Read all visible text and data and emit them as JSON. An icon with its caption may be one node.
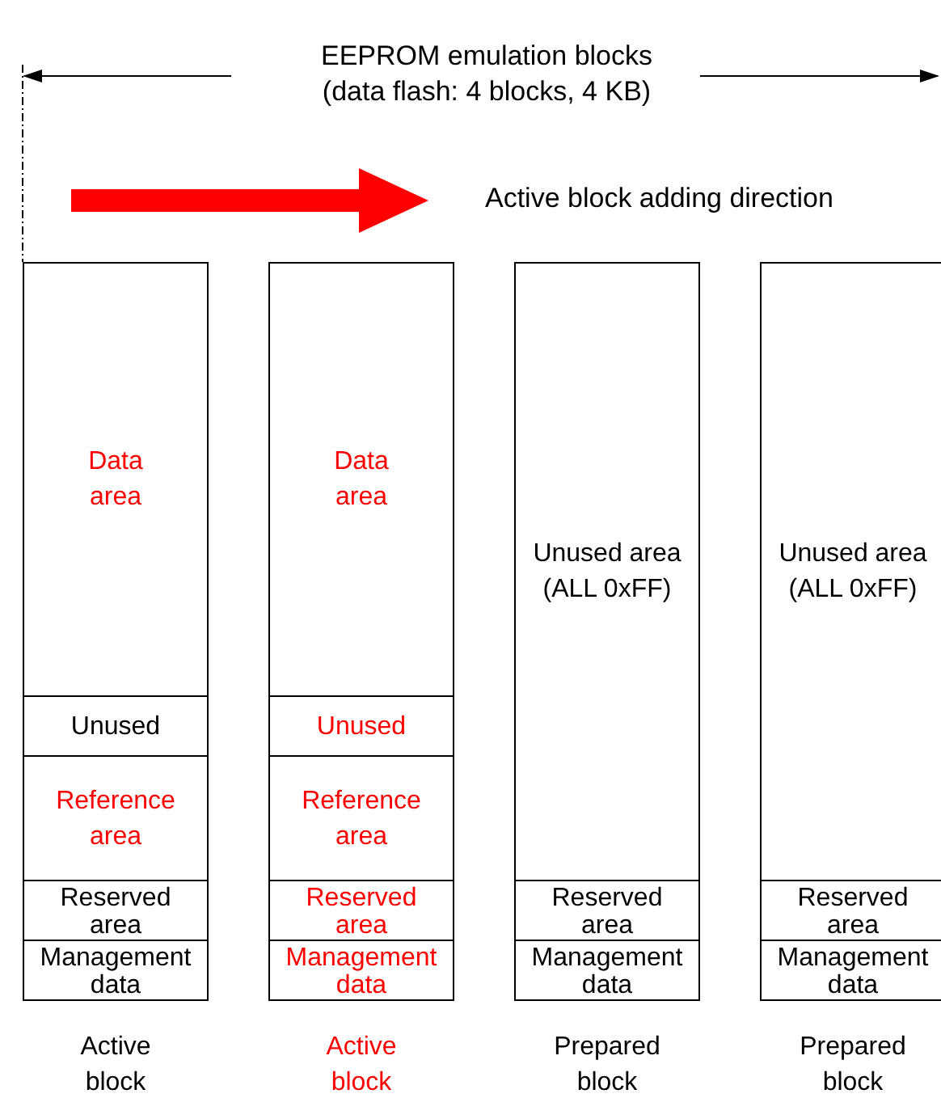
{
  "diagram": {
    "nodes": [
      {
        "text": [],
        "shape": "box",
        "beside": [
          "Active block"
        ]
      },
      {
        "text": [
          "Data area"
        ],
        "in": 0
      },
      {
        "text": [
          "Unused"
        ],
        "in": 0
      },
      {
        "text": [
          "Reference area"
        ],
        "in": 0
      },
      {
        "text": [
          "Reserved area"
        ],
        "in": 0
      },
      {
        "text": [
          "Management data"
        ],
        "in": 0
      },
      {
        "text": [],
        "shape": "box",
        "beside": [
          "Active block"
        ]
      },
      {
        "text": [
          "Data area"
        ],
        "in": 6
      },
      {
        "text": [
          "Unused"
        ],
        "in": 6
      },
      {
        "text": [
          "Reference area"
        ],
        "in": 6
      },
      {
        "text": [
          "Reserved area"
        ],
        "in": 6
      },
      {
        "text": [
          "Management data"
        ],
        "in": 6
      },
      {
        "text": [],
        "shape": "box",
        "beside": [
          "Prepared block"
        ]
      },
      {
        "text": [
          "Unused area (ALL 0xFF)"
        ],
        "in": 12
      },
      {
        "text": [
          "Reserved area"
        ],
        "in": 12
      },
      {
        "text": [
          "Management data"
        ],
        "in": 12
      },
      {
        "text": [],
        "shape": "box",
        "beside": [
          "Prepared block"
        ]
      },
      {
        "text": [
          "Unused area (ALL 0xFF)"
        ],
        "in": 16
      },
      {
        "text": [
          "Reserved area"
        ],
        "in": 16
      },
      {
        "text": [
          "Management data"
        ],
        "in": 16
      }
    ],
    "edges": [],
    "labels": [
      "EEPROM emulation blocks (data flash: 4 blocks, 4 KB)",
      "Active block adding direction"
    ]
  }
}
